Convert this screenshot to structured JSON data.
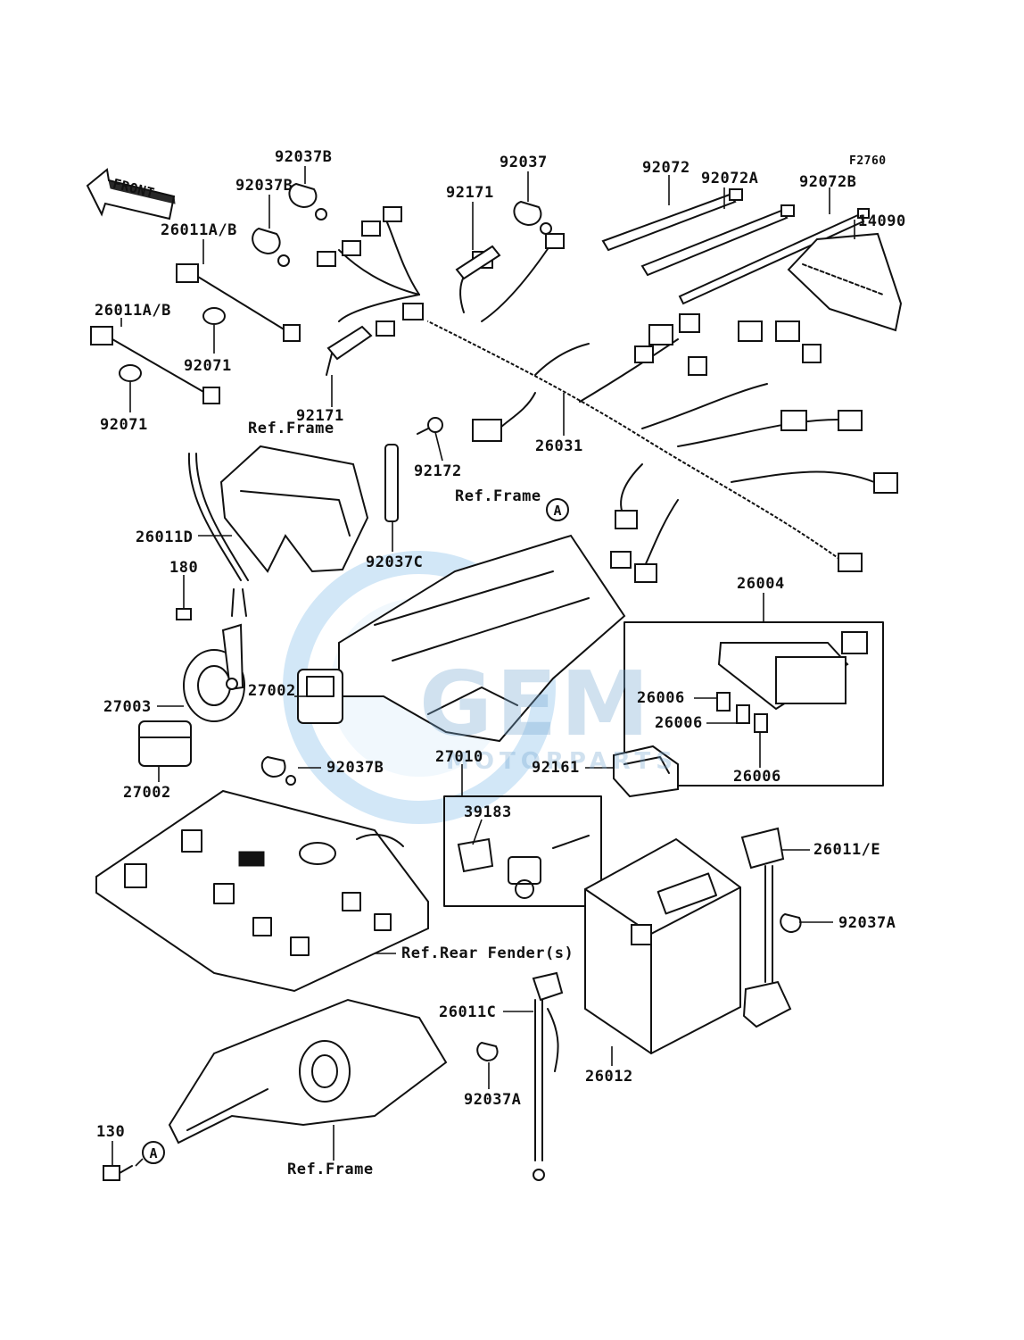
{
  "diagram_code": "F2760",
  "front_arrow_label": "FRONT",
  "callout_marker": "A",
  "watermark": {
    "brand": "GEM",
    "sub": "MOTORPARTS"
  },
  "labels": {
    "p92037B_top": "92037B",
    "p92037B_left": "92037B",
    "p92037": "92037",
    "p92171_top": "92171",
    "p92072": "92072",
    "p92072A": "92072A",
    "p92072B": "92072B",
    "p14090": "14090",
    "p26011AB_1": "26011A/B",
    "p26011AB_2": "26011A/B",
    "p92071_1": "92071",
    "p92071_2": "92071",
    "p92171_mid": "92171",
    "refframe_1": "Ref.Frame",
    "p92172": "92172",
    "p26031": "26031",
    "refframe_2": "Ref.Frame",
    "p26011D": "26011D",
    "p92037C": "92037C",
    "p180": "180",
    "p26004": "26004",
    "p27003": "27003",
    "p27002_1": "27002",
    "p26006_1": "26006",
    "p26006_2": "26006",
    "p26006_3": "26006",
    "p92037B_low": "92037B",
    "p27010": "27010",
    "p92161": "92161",
    "p27002_2": "27002",
    "p39183": "39183",
    "p26011E": "26011/E",
    "p92037A_r": "92037A",
    "ref_rear_fender": "Ref.Rear Fender(s)",
    "p26011C": "26011C",
    "p26012": "26012",
    "p92037A_b": "92037A",
    "p130": "130",
    "refframe_3": "Ref.Frame"
  }
}
